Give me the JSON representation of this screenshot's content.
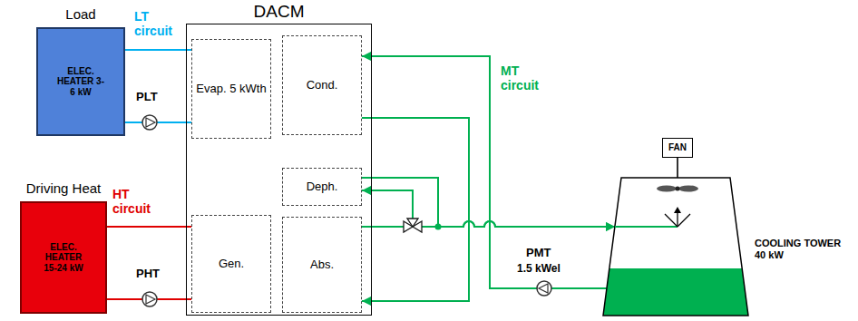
{
  "diagram": {
    "nodes": [
      {
        "text": [
          "DACM"
        ]
      },
      {
        "text": [
          "Evap. 5 kWth"
        ],
        "in": 0
      },
      {
        "text": [
          "Cond."
        ],
        "in": 0
      },
      {
        "text": [
          "Deph."
        ],
        "in": 0
      },
      {
        "text": [
          "Gen."
        ],
        "in": 0
      },
      {
        "text": [
          "Abs."
        ],
        "in": 0
      },
      {
        "text": [
          "Load",
          "ELEC. HEATER 3-6 kW"
        ]
      },
      {
        "text": [
          "Driving Heat",
          "ELEC. HEATER 15-24 kW"
        ]
      },
      {
        "text": [
          "COOLING TOWER 40 kW"
        ]
      },
      {
        "text": [
          "FAN"
        ]
      }
    ],
    "edges": [
      {
        "from": 6,
        "to": 1,
        "arrow": "none"
      },
      {
        "from": 6,
        "to": 1,
        "arrow": "none"
      },
      {
        "from": 7,
        "to": 4,
        "arrow": "none"
      },
      {
        "from": 7,
        "to": 4,
        "arrow": "none"
      },
      {
        "from": 8,
        "to": 2,
        "arrow": "to"
      },
      {
        "from": 2,
        "to": 5,
        "arrow": "to"
      },
      {
        "from": 5,
        "to": 3,
        "arrow": "to"
      },
      {
        "from": 3,
        "to": 8,
        "arrow": "to"
      },
      {
        "from": 5,
        "to": 8,
        "arrow": "to"
      }
    ],
    "labels": [
      "LT circuit",
      "PLT",
      "HT circuit",
      "PHT",
      "MT circuit",
      "PMT",
      "1.5 kWel"
    ]
  }
}
